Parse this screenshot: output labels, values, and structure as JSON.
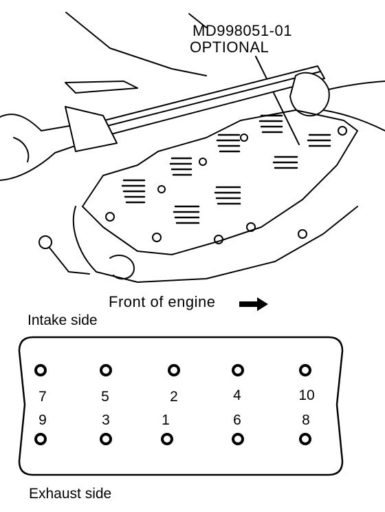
{
  "labels": {
    "tool_number": "MD998051-01",
    "tool_note": "OPTIONAL",
    "direction": "Front of engine",
    "intake": "Intake side",
    "exhaust": "Exhaust side"
  },
  "bolt_sequence": {
    "top_row": [
      "7",
      "5",
      "2",
      "4",
      "10"
    ],
    "bottom_row": [
      "9",
      "3",
      "1",
      "6",
      "8"
    ]
  }
}
